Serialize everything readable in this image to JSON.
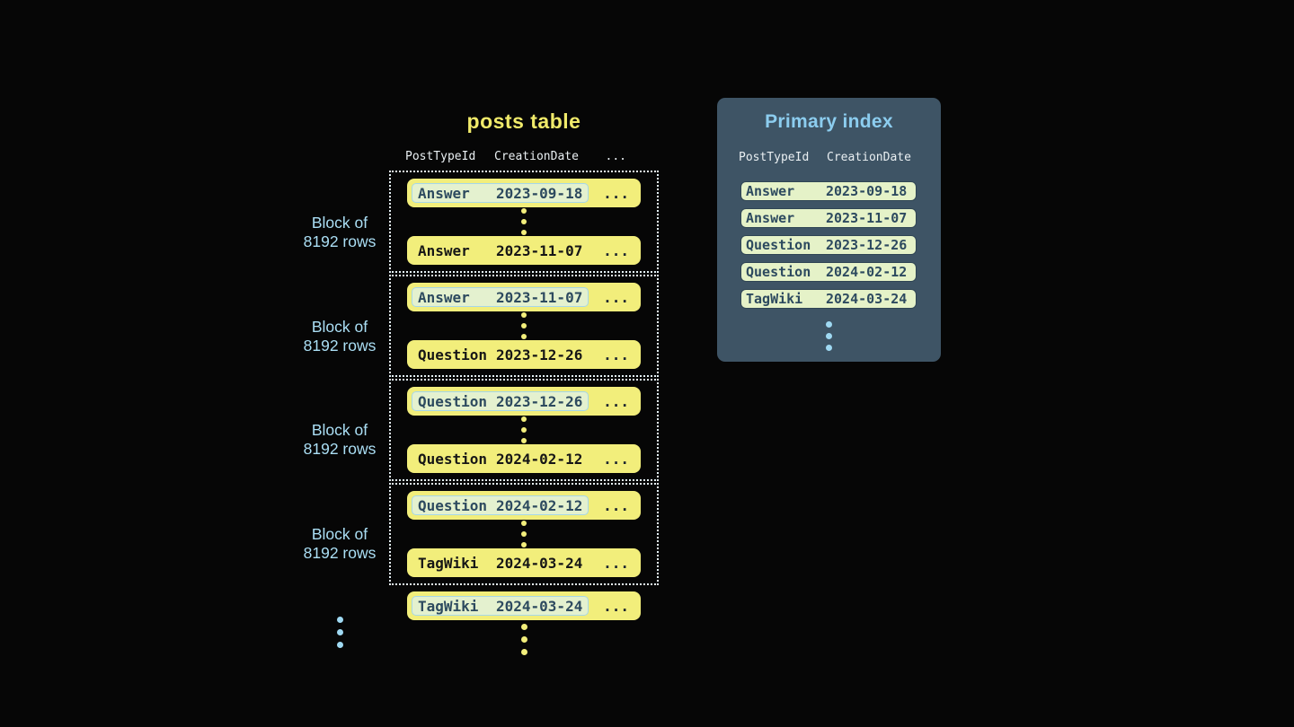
{
  "posts_table": {
    "title": "posts table",
    "columns": [
      "PostTypeId",
      "CreationDate",
      "..."
    ],
    "blocks": [
      {
        "label_top": "Block of",
        "label_bottom": "8192 rows",
        "rows": [
          {
            "type": "Answer",
            "date": "2023-09-18",
            "more": "...",
            "highlighted": true
          },
          {
            "type": "Answer",
            "date": "2023-11-07",
            "more": "...",
            "highlighted": false
          }
        ]
      },
      {
        "label_top": "Block of",
        "label_bottom": "8192 rows",
        "rows": [
          {
            "type": "Answer",
            "date": "2023-11-07",
            "more": "...",
            "highlighted": true
          },
          {
            "type": "Question",
            "date": "2023-12-26",
            "more": "...",
            "highlighted": false
          }
        ]
      },
      {
        "label_top": "Block of",
        "label_bottom": "8192 rows",
        "rows": [
          {
            "type": "Question",
            "date": "2023-12-26",
            "more": "...",
            "highlighted": true
          },
          {
            "type": "Question",
            "date": "2024-02-12",
            "more": "...",
            "highlighted": false
          }
        ]
      },
      {
        "label_top": "Block of",
        "label_bottom": "8192 rows",
        "rows": [
          {
            "type": "Question",
            "date": "2024-02-12",
            "more": "...",
            "highlighted": true
          },
          {
            "type": "TagWiki",
            "date": "2024-03-24",
            "more": "...",
            "highlighted": false
          }
        ]
      }
    ],
    "trailing_row": {
      "type": "TagWiki",
      "date": "2024-03-24",
      "more": "...",
      "highlighted": true
    }
  },
  "primary_index": {
    "title": "Primary index",
    "columns": [
      "PostTypeId",
      "CreationDate"
    ],
    "rows": [
      {
        "type": "Answer",
        "date": "2023-09-18"
      },
      {
        "type": "Answer",
        "date": "2023-11-07"
      },
      {
        "type": "Question",
        "date": "2023-12-26"
      },
      {
        "type": "Question",
        "date": "2024-02-12"
      },
      {
        "type": "TagWiki",
        "date": "2024-03-24"
      }
    ]
  },
  "colors": {
    "background": "#060606",
    "row_yellow": "#f2ee7b",
    "title_yellow": "#f0ea6a",
    "highlight_cell_bg": "#e4f1cf",
    "highlight_cell_border": "#a6d7e8",
    "index_panel_bg": "#3e5465",
    "index_row_bg": "#e5f2c8",
    "index_row_border": "#2f4554",
    "accent_light_blue": "#abdff5",
    "header_text": "#e9eff2",
    "dark_slate_text": "#2d4a5f"
  }
}
